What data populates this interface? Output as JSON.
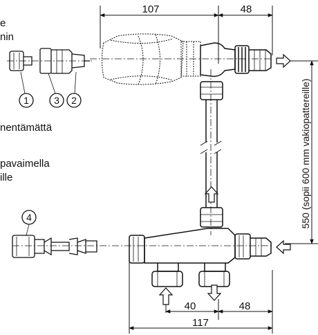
{
  "text_fragments": [
    {
      "id": "frag-1",
      "text": "e"
    },
    {
      "id": "frag-2",
      "text": "nin"
    },
    {
      "id": "frag-3",
      "text": "nentämättä"
    },
    {
      "id": "frag-4",
      "text": "pavaimella"
    },
    {
      "id": "frag-5",
      "text": "ille"
    }
  ],
  "dimensions": {
    "top_width": "107",
    "top_right_width": "48",
    "bottom_middle_width": "40",
    "bottom_right_width": "48",
    "overall_width": "117",
    "vertical_height": "550 (sopii 600 mm vakiopattereille)"
  },
  "part_labels": [
    "1",
    "3",
    "2",
    "4"
  ]
}
